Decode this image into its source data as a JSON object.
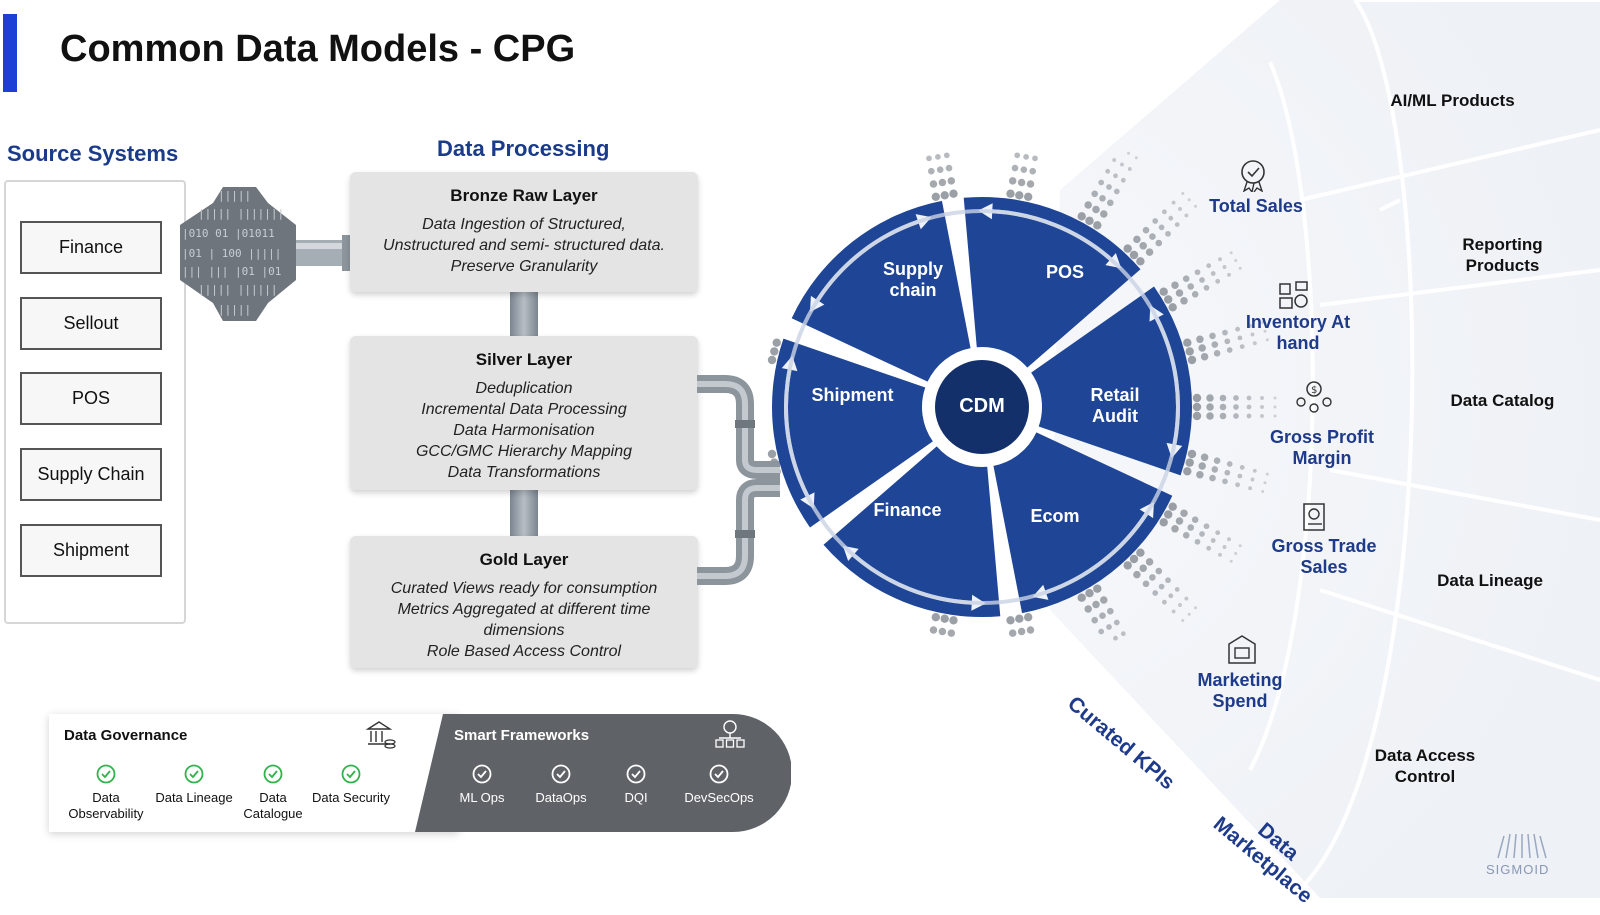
{
  "title": "Common Data Models - CPG",
  "source_systems": {
    "heading": "Source Systems",
    "items": [
      "Finance",
      "Sellout",
      "POS",
      "Supply Chain",
      "Shipment"
    ]
  },
  "data_processing": {
    "heading": "Data Processing",
    "layers": [
      {
        "name": "Bronze Raw Layer",
        "lines": [
          "Data Ingestion of Structured,",
          "Unstructured and semi- structured  data.",
          "Preserve Granularity"
        ]
      },
      {
        "name": "Silver Layer",
        "lines": [
          "Deduplication",
          "Incremental Data Processing",
          "Data Harmonisation",
          "GCC/GMC Hierarchy Mapping",
          "Data Transformations"
        ]
      },
      {
        "name": "Gold Layer",
        "lines": [
          "Curated Views ready for consumption",
          "Metrics Aggregated at different time",
          "dimensions",
          "Role Based Access Control"
        ]
      }
    ]
  },
  "cdm_wheel": {
    "center": "CDM",
    "segments": [
      "POS",
      "Retail Audit",
      "Ecom",
      "Finance",
      "Shipment",
      "Supply chain"
    ]
  },
  "curated_kpis": {
    "label": "Curated KPIs",
    "items": [
      {
        "label": "Total Sales",
        "icon": "award-badge-icon"
      },
      {
        "label": "Inventory At hand",
        "icon": "inventory-icon"
      },
      {
        "label": "Gross Profit Margin",
        "icon": "people-money-icon"
      },
      {
        "label": "Gross Trade Sales",
        "icon": "trade-report-icon"
      },
      {
        "label": "Marketing Spend",
        "icon": "store-icon"
      }
    ]
  },
  "data_marketplace": {
    "label": "Data Marketplace",
    "items": [
      "AI/ML Products",
      "Reporting Products",
      "Data Catalog",
      "Data Lineage",
      "Data Access Control"
    ]
  },
  "data_governance": {
    "title": "Data Governance",
    "items": [
      "Data Observability",
      "Data Lineage",
      "Data Catalogue",
      "Data Security"
    ]
  },
  "smart_frameworks": {
    "title": "Smart Frameworks",
    "items": [
      "ML Ops",
      "DataOps",
      "DQI",
      "DevSecOps"
    ]
  },
  "logo": "SIGMOID",
  "colors": {
    "accent": "#1e3fd6",
    "wheel": "#1f4596",
    "wheel_center": "#13306b",
    "kpi_text": "#1e3a8a",
    "check_green": "#2fb34a",
    "smart_bg": "#5f6368"
  }
}
